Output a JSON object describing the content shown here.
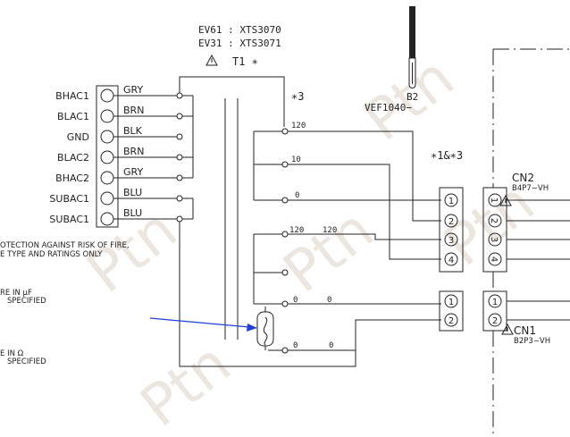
{
  "watermark": "Ptn",
  "colors": {
    "line": "#222222",
    "arrow": "#1f3fd8",
    "watermark": "#ece6e0"
  },
  "header": {
    "model1": "EV61 : XTS3070",
    "model2": "EV31 : XTS3071",
    "transformer": "T1 ∗",
    "warning_icon": "warning-triangle-icon"
  },
  "sensor": {
    "label": "B2",
    "part": "VEF1040−"
  },
  "terminals": [
    {
      "name": "BHAC1",
      "wire": "GRY"
    },
    {
      "name": "BLAC1",
      "wire": "BRN"
    },
    {
      "name": "GND",
      "wire": "BLK"
    },
    {
      "name": "BLAC2",
      "wire": "BRN"
    },
    {
      "name": "BHAC2",
      "wire": "GRY"
    },
    {
      "name": "SUBAC1",
      "wire": "BLU"
    },
    {
      "name": "SUBAC1",
      "wire": "BLU"
    }
  ],
  "notes": {
    "fire_line1": "OTECTION AGAINST RISK OF FIRE,",
    "fire_line2": "E TYPE AND RATINGS ONLY",
    "cap_line1": "RE IN μF",
    "cap_line2": "SPECIFIED",
    "res_line1": "E IN Ω",
    "res_line2": "SPECIFIED"
  },
  "secondary": {
    "ref3": "∗3",
    "ref13": "∗1&∗3",
    "taps_top": [
      "120",
      "10",
      "0"
    ],
    "taps_mid": [
      "120",
      "120"
    ],
    "taps_bottom": [
      "0",
      "0"
    ],
    "taps_lowest": [
      "0",
      "0"
    ]
  },
  "connectors": {
    "left_pins": [
      "1",
      "2",
      "3",
      "4"
    ],
    "left_pins_lower": [
      "1",
      "2"
    ],
    "cn2_name": "CN2",
    "cn2_part": "B4P7−VH",
    "cn2_pins": [
      "1",
      "2",
      "3",
      "4"
    ],
    "cn1_name": "CN1",
    "cn1_part": "B2P3−VH",
    "cn1_pins": [
      "1",
      "2"
    ]
  }
}
